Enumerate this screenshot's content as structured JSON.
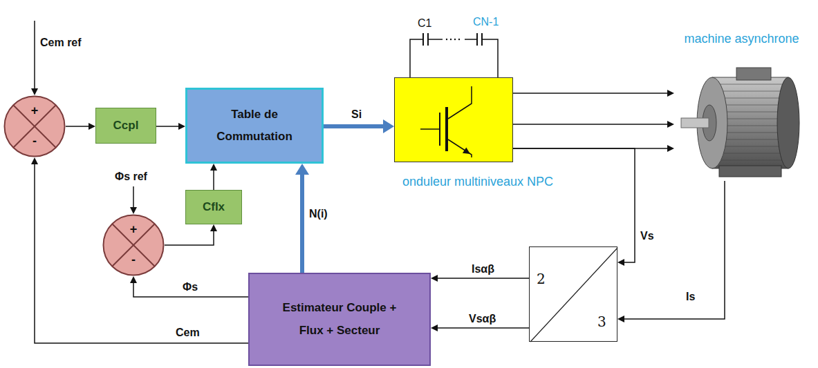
{
  "diagram": {
    "nodes": [
      {
        "text": [
          "+",
          "-"
        ]
      },
      {
        "text": [
          "Ccpl"
        ]
      },
      {
        "text": [
          "Table de Commutation"
        ]
      },
      {
        "text": [
          "onduleur multiniveaux NPC"
        ]
      },
      {
        "text": [
          "machine asynchrone"
        ]
      },
      {
        "text": [
          "+",
          "-"
        ]
      },
      {
        "text": [
          "Cflx"
        ]
      },
      {
        "text": [
          "Estimateur Couple + Flux + Secteur"
        ]
      },
      {
        "text": [
          "2",
          "3"
        ]
      }
    ],
    "edges": [
      {
        "from": 0,
        "to": 1,
        "arrow": "to"
      },
      {
        "from": 1,
        "to": 2,
        "arrow": "to"
      },
      {
        "from": 2,
        "to": 3,
        "label": "Si",
        "arrow": "to"
      },
      {
        "from": 3,
        "to": 4,
        "arrow": "to"
      },
      {
        "from": 3,
        "to": 4,
        "arrow": "to"
      },
      {
        "from": 3,
        "to": 4,
        "arrow": "to"
      },
      {
        "from": 5,
        "to": 6,
        "arrow": "to"
      },
      {
        "from": 6,
        "to": 2,
        "arrow": "to"
      },
      {
        "from": 7,
        "to": 2,
        "label": "N(i)",
        "arrow": "to"
      },
      {
        "from": 7,
        "to": 5,
        "label": "Φs",
        "arrow": "to"
      },
      {
        "from": 7,
        "to": 0,
        "label": "Cem",
        "arrow": "to"
      },
      {
        "from": 3,
        "to": 8,
        "label": "Vs",
        "arrow": "to"
      },
      {
        "from": 4,
        "to": 8,
        "label": "Is",
        "arrow": "to"
      },
      {
        "from": 8,
        "to": 7,
        "label": "Isαβ",
        "arrow": "to"
      },
      {
        "from": 8,
        "to": 7,
        "label": "Vsαβ",
        "arrow": "to"
      }
    ],
    "labels": [
      "Cem ref",
      "Φs ref",
      "C1",
      "CN-1"
    ]
  }
}
